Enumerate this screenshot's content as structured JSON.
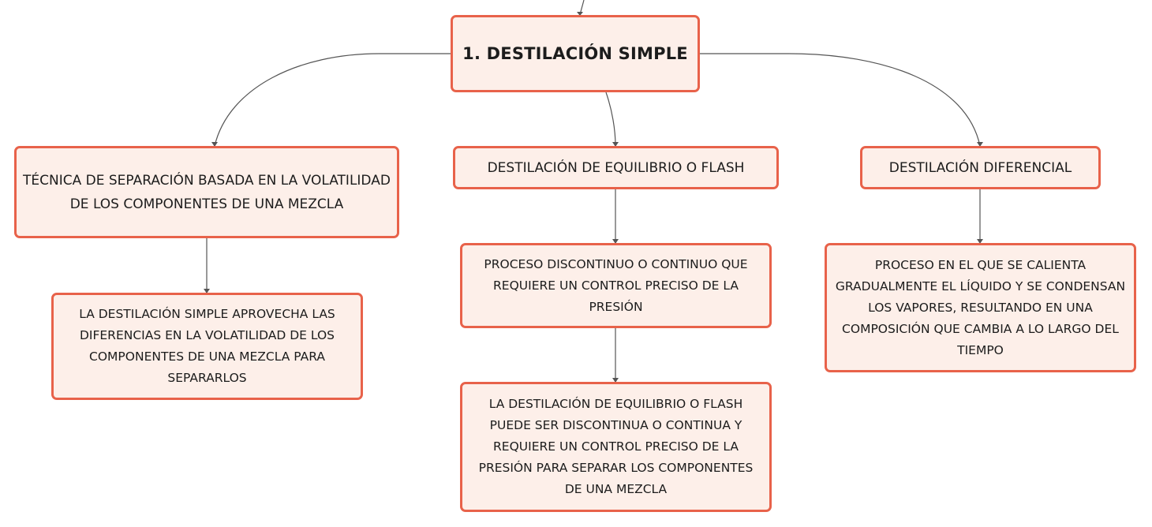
{
  "diagram": {
    "root": {
      "label": "1. DESTILACIÓN SIMPLE"
    },
    "branches": [
      {
        "label": "TÉCNICA DE SEPARACIÓN BASADA EN LA VOLATILIDAD DE LOS COMPONENTES DE UNA MEZCLA",
        "children": [
          {
            "label": "LA DESTILACIÓN SIMPLE APROVECHA LAS DIFERENCIAS EN LA VOLATILIDAD DE LOS COMPONENTES DE UNA MEZCLA PARA SEPARARLOS"
          }
        ]
      },
      {
        "label": "DESTILACIÓN DE EQUILIBRIO O FLASH",
        "children": [
          {
            "label": "PROCESO DISCONTINUO O CONTINUO QUE REQUIERE UN CONTROL PRECISO DE LA PRESIÓN"
          },
          {
            "label": "LA DESTILACIÓN DE EQUILIBRIO O FLASH PUEDE SER DISCONTINUA O CONTINUA Y REQUIERE UN CONTROL PRECISO DE LA PRESIÓN PARA SEPARAR LOS COMPONENTES DE UNA MEZCLA"
          }
        ]
      },
      {
        "label": "DESTILACIÓN DIFERENCIAL",
        "children": [
          {
            "label": "PROCESO EN EL QUE SE CALIENTA GRADUALMENTE EL LÍQUIDO Y SE CONDENSAN LOS VAPORES, RESULTANDO EN UNA COMPOSICIÓN QUE CAMBIA A LO LARGO DEL TIEMPO"
          }
        ]
      }
    ]
  },
  "colors": {
    "node_fill": "#fdefe9",
    "node_border": "#e8624a",
    "connector": "#555555",
    "text": "#1c1c1c"
  }
}
